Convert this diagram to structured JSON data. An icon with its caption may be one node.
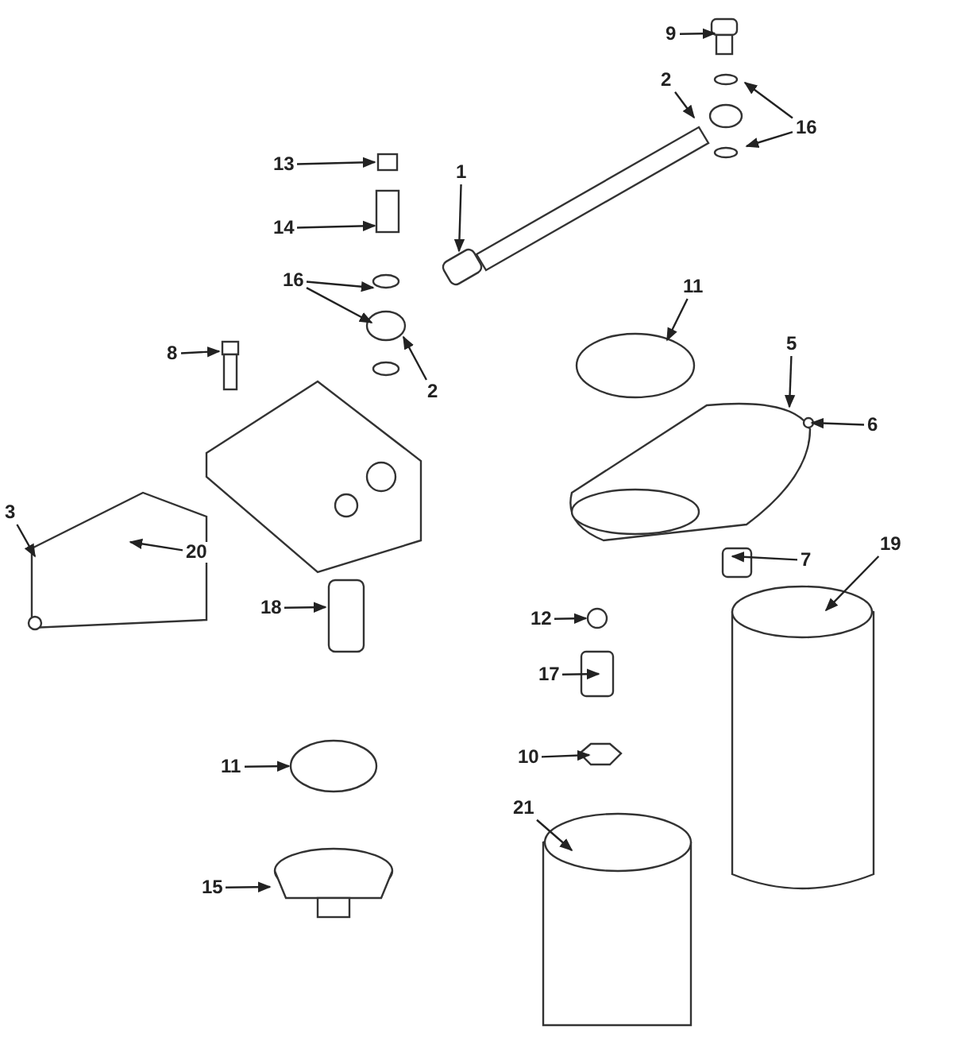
{
  "diagram": {
    "nodes": [
      {
        "text": [
          "9"
        ]
      },
      {
        "text": [
          "2"
        ]
      },
      {
        "text": [
          "16"
        ]
      },
      {
        "text": [
          "13"
        ]
      },
      {
        "text": [
          "1"
        ]
      },
      {
        "text": [
          "14"
        ]
      },
      {
        "text": [
          "16"
        ]
      },
      {
        "text": [
          "2"
        ]
      },
      {
        "text": [
          "11"
        ]
      },
      {
        "text": [
          "8"
        ]
      },
      {
        "text": [
          "5"
        ]
      },
      {
        "text": [
          "6"
        ]
      },
      {
        "text": [
          "3"
        ]
      },
      {
        "text": [
          "20"
        ]
      },
      {
        "text": [
          "7"
        ]
      },
      {
        "text": [
          "19"
        ]
      },
      {
        "text": [
          "18"
        ]
      },
      {
        "text": [
          "12"
        ]
      },
      {
        "text": [
          "17"
        ]
      },
      {
        "text": [
          "11"
        ]
      },
      {
        "text": [
          "10"
        ]
      },
      {
        "text": [
          "21"
        ]
      },
      {
        "text": [
          "15"
        ]
      }
    ],
    "edges": [
      {
        "from": 0,
        "to": null,
        "arrow": "to"
      },
      {
        "from": 1,
        "to": null,
        "arrow": "to"
      },
      {
        "from": 2,
        "to": null,
        "arrow": "to"
      },
      {
        "from": 2,
        "to": null,
        "arrow": "to"
      },
      {
        "from": 3,
        "to": null,
        "arrow": "to"
      },
      {
        "from": 4,
        "to": null,
        "arrow": "to"
      },
      {
        "from": 5,
        "to": null,
        "arrow": "to"
      },
      {
        "from": 6,
        "to": null,
        "arrow": "to"
      },
      {
        "from": 6,
        "to": null,
        "arrow": "to"
      },
      {
        "from": 7,
        "to": null,
        "arrow": "to"
      },
      {
        "from": 8,
        "to": null,
        "arrow": "to"
      },
      {
        "from": 9,
        "to": null,
        "arrow": "to"
      },
      {
        "from": 10,
        "to": null,
        "arrow": "to"
      },
      {
        "from": 11,
        "to": null,
        "arrow": "to"
      },
      {
        "from": 12,
        "to": null,
        "arrow": "to"
      },
      {
        "from": 13,
        "to": null,
        "arrow": "to"
      },
      {
        "from": 14,
        "to": null,
        "arrow": "to"
      },
      {
        "from": 15,
        "to": null,
        "arrow": "to"
      },
      {
        "from": 16,
        "to": null,
        "arrow": "to"
      },
      {
        "from": 17,
        "to": null,
        "arrow": "to"
      },
      {
        "from": 18,
        "to": null,
        "arrow": "to"
      },
      {
        "from": 19,
        "to": null,
        "arrow": "to"
      },
      {
        "from": 20,
        "to": null,
        "arrow": "to"
      },
      {
        "from": 21,
        "to": null,
        "arrow": "to"
      },
      {
        "from": 22,
        "to": null,
        "arrow": "to"
      }
    ]
  }
}
